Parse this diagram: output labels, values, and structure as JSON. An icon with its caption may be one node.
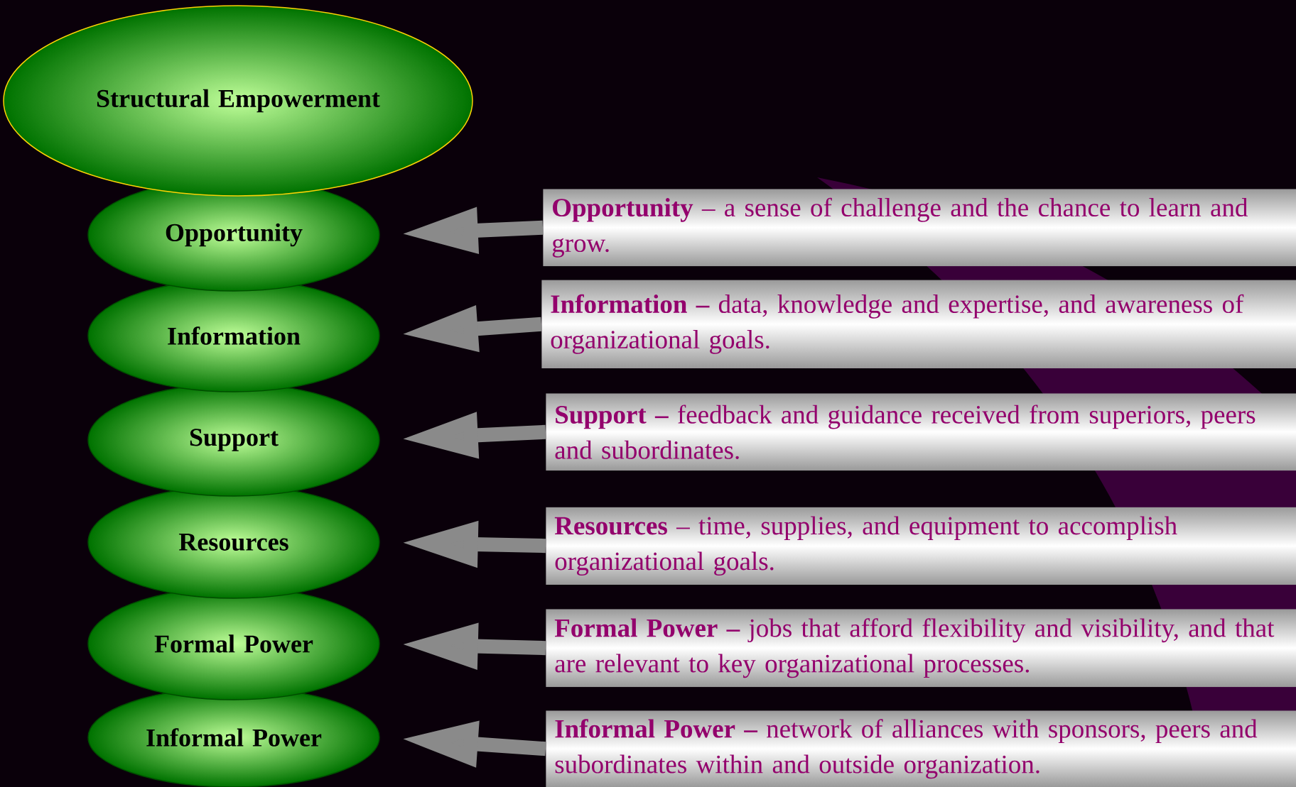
{
  "diagram": {
    "nodes": [
      {
        "text": [
          "Structural Empowerment"
        ]
      },
      {
        "text": [
          "Opportunity"
        ]
      },
      {
        "text": [
          "Information"
        ]
      },
      {
        "text": [
          "Support"
        ]
      },
      {
        "text": [
          "Resources"
        ]
      },
      {
        "text": [
          "Formal Power"
        ]
      },
      {
        "text": [
          "Informal Power"
        ]
      },
      {
        "text": [
          "**Opportunity** – a sense of challenge and the chance to learn and grow."
        ]
      },
      {
        "text": [
          "**Information –** data, knowledge and expertise, and awareness of organizational goals."
        ]
      },
      {
        "text": [
          "**Support –** feedback and guidance received from superiors, peers and subordinates."
        ]
      },
      {
        "text": [
          "**Resources** – time, supplies, and equipment to accomplish organizational goals."
        ]
      },
      {
        "text": [
          "**Formal Power –**  jobs that afford flexibility and visibility, and that are relevant to key organizational processes."
        ]
      },
      {
        "text": [
          "**Informal Power –** network of alliances with sponsors, peers and subordinates within and outside organization."
        ]
      }
    ],
    "edges": [
      {
        "from": 7,
        "to": 1,
        "arrow": "to"
      },
      {
        "from": 8,
        "to": 2,
        "arrow": "to"
      },
      {
        "from": 9,
        "to": 3,
        "arrow": "to"
      },
      {
        "from": 10,
        "to": 4,
        "arrow": "to"
      },
      {
        "from": 11,
        "to": 5,
        "arrow": "to"
      },
      {
        "from": 12,
        "to": 6,
        "arrow": "to"
      }
    ]
  }
}
